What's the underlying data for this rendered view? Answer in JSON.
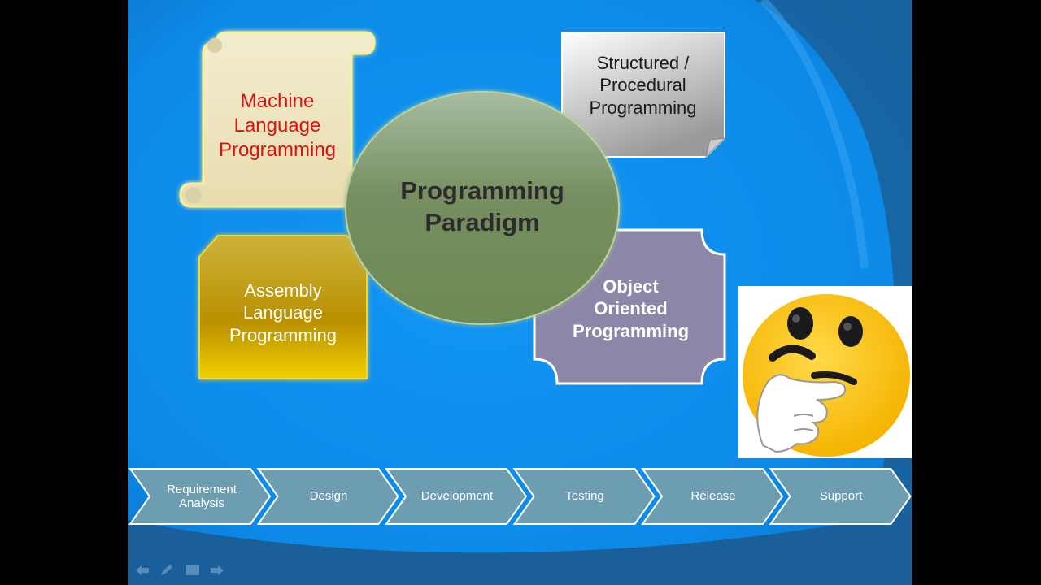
{
  "colors": {
    "background": "#0f8ff0",
    "machine_text": "#e01010",
    "assembly_fill": "#c9a800",
    "oop_fill": "#8c87a8",
    "center_fill": "#6f8a58",
    "chevron_fill": "#6c9db0"
  },
  "center": {
    "line1": "Programming",
    "line2": "Paradigm"
  },
  "shapes": {
    "machine": {
      "line1": "Machine",
      "line2": "Language",
      "line3": "Programming"
    },
    "structured": {
      "line1": "Structured /",
      "line2": "Procedural",
      "line3": "Programming"
    },
    "assembly": {
      "line1": "Assembly",
      "line2": "Language",
      "line3": "Programming"
    },
    "oop": {
      "line1": "Object",
      "line2": "Oriented",
      "line3": "Programming"
    }
  },
  "process": [
    {
      "line1": "Requirement",
      "line2": "Analysis"
    },
    {
      "line1": "Design",
      "line2": ""
    },
    {
      "line1": "Development",
      "line2": ""
    },
    {
      "line1": "Testing",
      "line2": ""
    },
    {
      "line1": "Release",
      "line2": ""
    },
    {
      "line1": "Support",
      "line2": ""
    }
  ],
  "icons": {
    "emoji": "thinking-face-icon",
    "controls": [
      "back-arrow-icon",
      "pen-icon",
      "slide-menu-icon",
      "forward-arrow-icon"
    ]
  }
}
